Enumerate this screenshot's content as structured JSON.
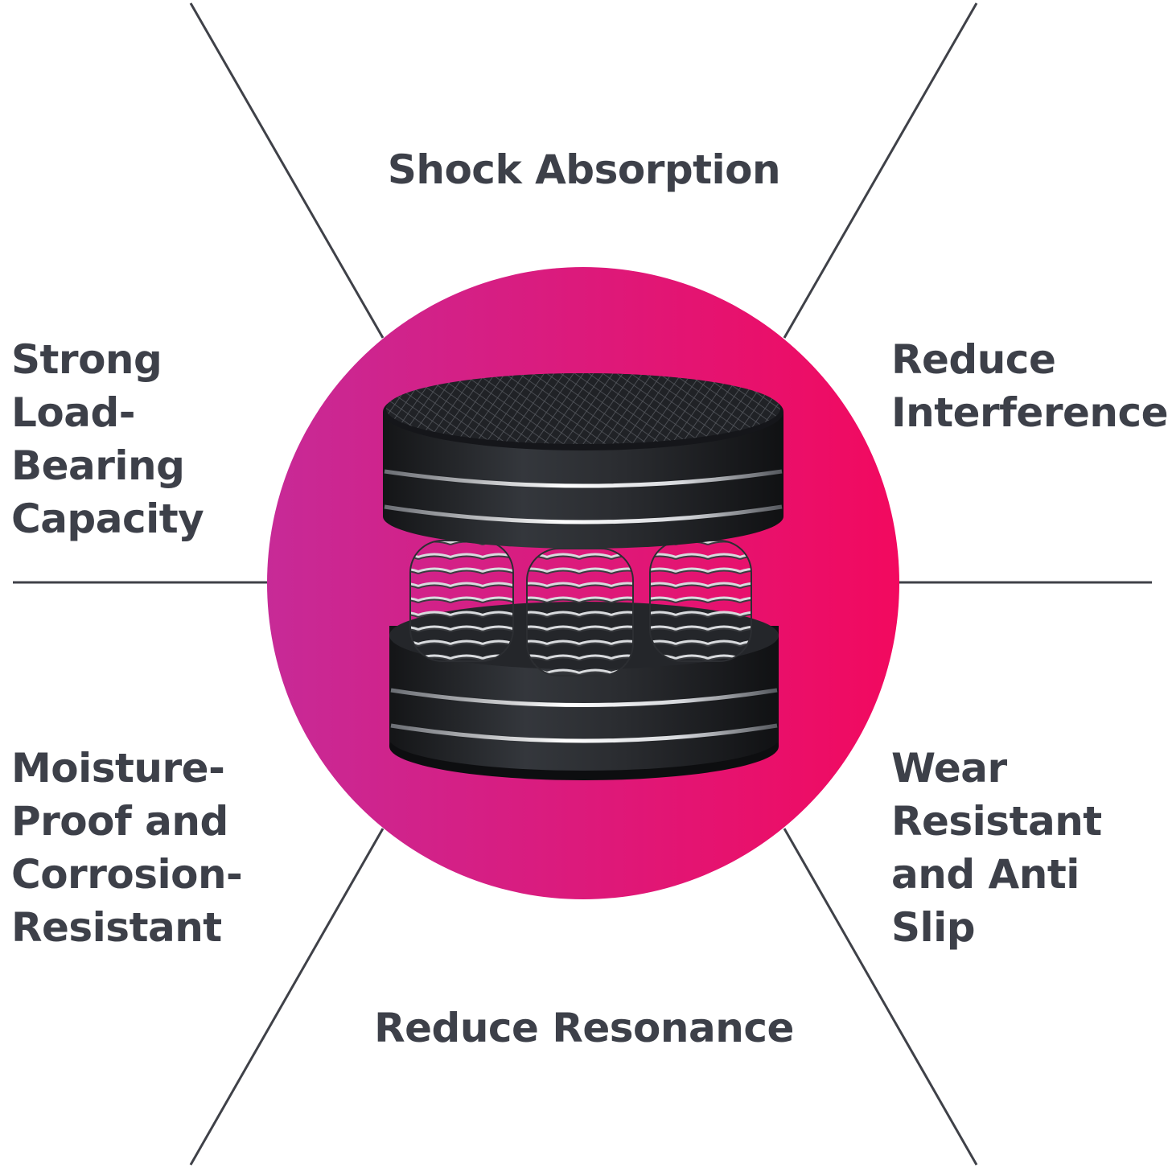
{
  "features": {
    "top": "Shock Absorption",
    "left_upper": "Strong Load-\nBearing\nCapacity",
    "right_upper": "Reduce\nInterference",
    "left_lower": "Moisture-\nProof and\nCorrosion-\nResistant",
    "right_lower": "Wear\nResistant\nand Anti Slip",
    "bottom": "Reduce Resonance"
  },
  "colors": {
    "text": "#3d4049",
    "divider": "#3f4148",
    "circle_start": "#c72a97",
    "circle_end": "#f2095f",
    "product_dark": "#1e2023",
    "product_highlight": "#e8e9ec"
  },
  "icons": {
    "product": "spring-isolation-foot"
  }
}
